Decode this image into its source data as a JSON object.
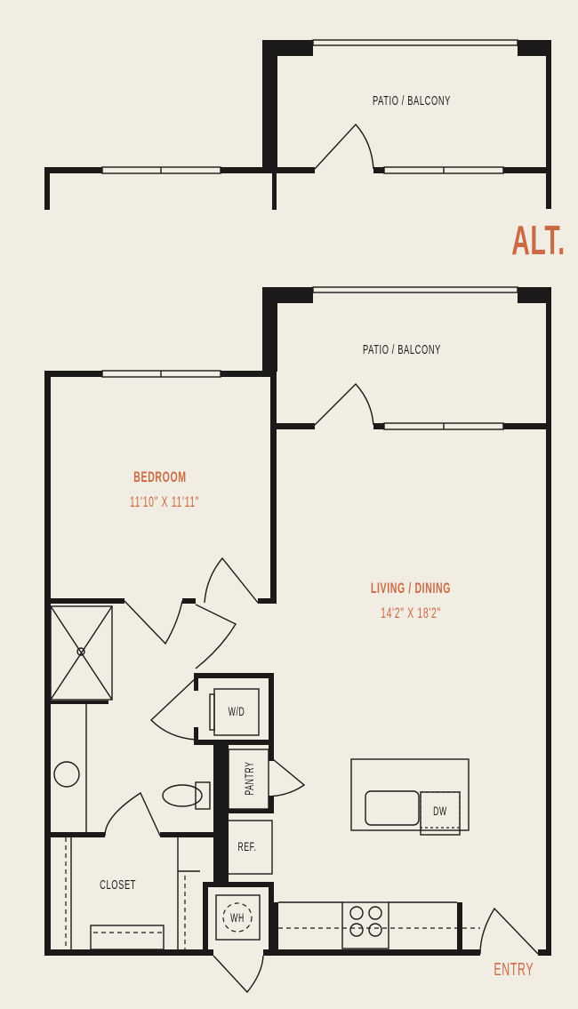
{
  "plan": {
    "alt_label": "ALT.",
    "alt_patio": {
      "label": "PATIO / BALCONY"
    },
    "rooms": {
      "patio": {
        "label": "PATIO / BALCONY"
      },
      "bedroom": {
        "label": "BEDROOM",
        "dims": "11'10\" X 11'11\""
      },
      "living": {
        "label": "LIVING / DINING",
        "dims": "14'2\" X 18'2\""
      },
      "closet": {
        "label": "CLOSET"
      },
      "entry": {
        "label": "ENTRY"
      }
    },
    "fixtures": {
      "wd": "W/D",
      "pantry": "PANTRY",
      "ref": "REF.",
      "wh": "WH",
      "dw": "DW"
    },
    "colors": {
      "background": "#f1ede3",
      "wall": "#1b1a18",
      "accent": "#cd6a46"
    }
  }
}
